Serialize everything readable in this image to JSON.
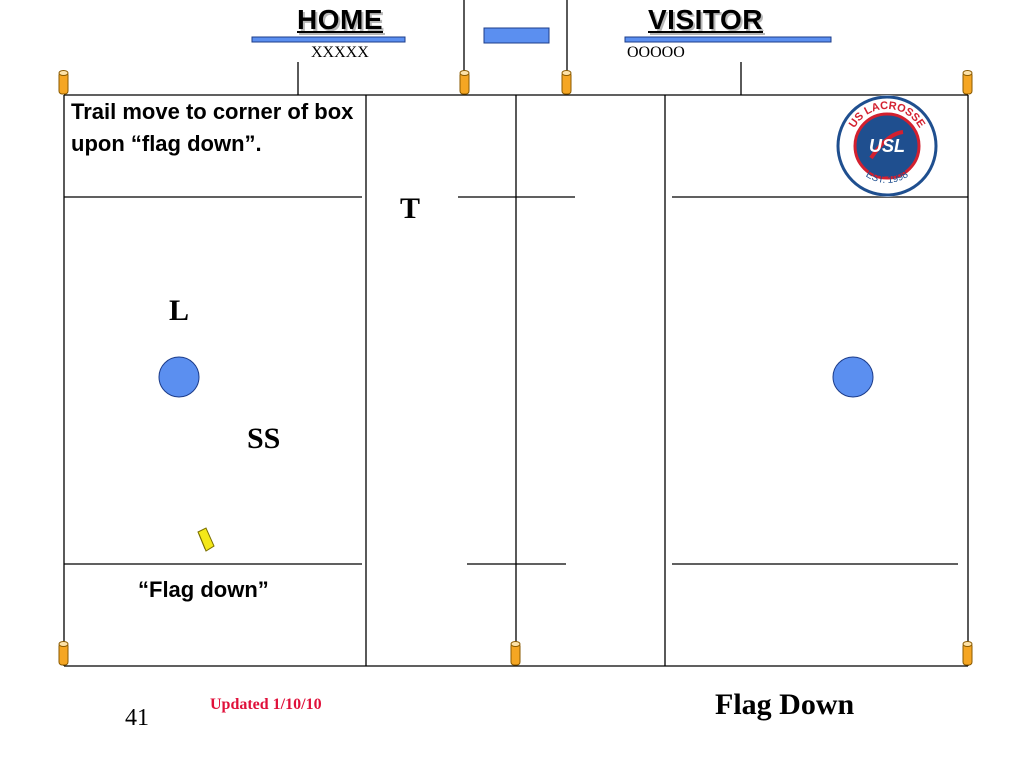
{
  "header": {
    "home_label": "HOME",
    "home_roster": "XXXXX",
    "visitor_label": "VISITOR",
    "visitor_roster": "OOOOO"
  },
  "field": {
    "note": "Trail move to corner of box upon “flag down”.",
    "ref_trail": "T",
    "ref_lead": "L",
    "ref_single_side": "SS",
    "flag_call": "“Flag down”",
    "colors": {
      "line": "#000000",
      "bench_bar": "#5b8ff0",
      "goal_circle": "#5b8ff0",
      "flag": "#f4e818",
      "corner_post": "#f5a623"
    }
  },
  "logo": {
    "top_text": "US LACROSSE",
    "center_text": "USL",
    "bottom_text": "EST. 1998",
    "colors": {
      "ring": "#1f4f8f",
      "inner": "#1f4f8f",
      "accent": "#d3202f"
    }
  },
  "footer": {
    "slide_number": "41",
    "updated": "Updated 1/10/10",
    "title": "Flag Down"
  }
}
